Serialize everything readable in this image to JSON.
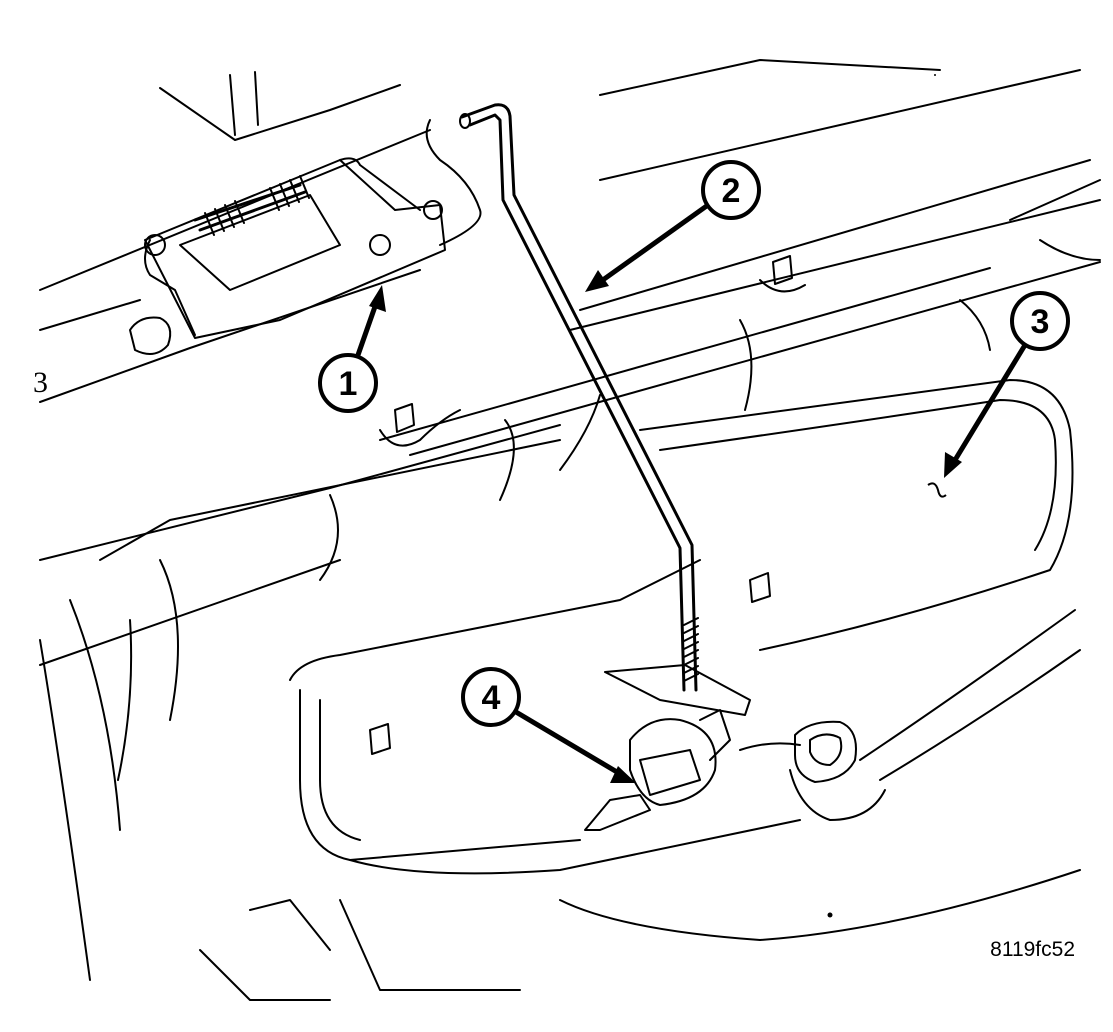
{
  "callouts": [
    {
      "label": "1"
    },
    {
      "label": "2"
    },
    {
      "label": "3"
    },
    {
      "label": "4"
    }
  ],
  "figure_id": "8119fc52",
  "stray_mark": "3",
  "colors": {
    "ink": "#000000",
    "background": "#ffffff"
  }
}
